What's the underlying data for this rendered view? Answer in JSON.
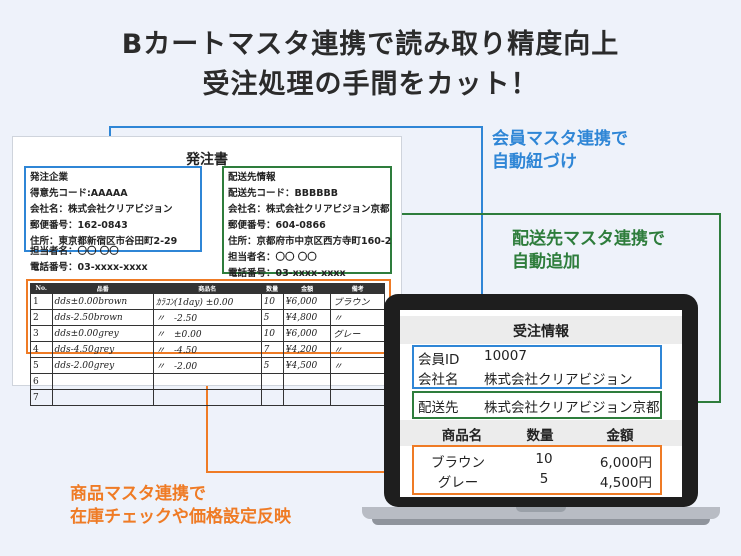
{
  "title": {
    "line1": "Bカートマスタ連携で読み取り精度向上",
    "line2": "受注処理の手間をカット！"
  },
  "order_form": {
    "title": "発注書",
    "company_box": {
      "heading": "発注企業",
      "lines": [
        "得意先コード:AAAAA",
        "会社名：株式会社クリアビジョン",
        "郵便番号：162-0843",
        "住所：東京都新宿区市谷田町2-29"
      ]
    },
    "below_company": [
      "担当者名：〇〇 〇〇",
      "電話番号：03-xxxx-xxxx"
    ],
    "delivery_box": {
      "heading": "配送先情報",
      "lines": [
        "配送先コード：BBBBBB",
        "会社名：株式会社クリアビジョン京都",
        "郵便番号：604-0866",
        "住所：京都府市中京区西方寺町160-2",
        "担当者名：〇〇 〇〇",
        "電話番号：03-xxxx-xxxx"
      ]
    },
    "table": {
      "headers": [
        "No.",
        "品番",
        "商品名",
        "数量",
        "金額",
        "備考"
      ],
      "rows": [
        [
          "1",
          "dds±0.00brown",
          "ｶﾗｺﾝ(1day) ±0.00",
          "10",
          "¥6,000",
          "ブラウン"
        ],
        [
          "2",
          "dds-2.50brown",
          "〃　-2.50",
          "5",
          "¥4,800",
          "〃"
        ],
        [
          "3",
          "dds±0.00grey",
          "〃　±0.00",
          "10",
          "¥6,000",
          "グレー"
        ],
        [
          "4",
          "dds-4.50grey",
          "〃　-4.50",
          "7",
          "¥4,200",
          "〃"
        ],
        [
          "5",
          "dds-2.00grey",
          "〃　-2.00",
          "5",
          "¥4,500",
          "〃"
        ],
        [
          "6",
          "",
          "",
          "",
          "",
          ""
        ],
        [
          "7",
          "",
          "",
          "",
          "",
          ""
        ]
      ]
    }
  },
  "callouts": {
    "member": [
      "会員マスタ連携で",
      "自動紐づけ"
    ],
    "delivery": [
      "配送先マスタ連携で",
      "自動追加"
    ],
    "product": [
      "商品マスタ連携で",
      "在庫チェックや価格設定反映"
    ]
  },
  "order_info": {
    "title": "受注情報",
    "member_id_label": "会員ID",
    "member_id": "10007",
    "company_label": "会社名",
    "company": "株式会社クリアビジョン",
    "delivery_label": "配送先",
    "delivery": "株式会社クリアビジョン京都",
    "headers": [
      "商品名",
      "数量",
      "金額"
    ],
    "items": [
      {
        "name": "ブラウン",
        "qty": "10",
        "amount": "6,000円"
      },
      {
        "name": "グレー",
        "qty": "5",
        "amount": "4,500円"
      }
    ]
  },
  "colors": {
    "blue": "#2f86d6",
    "green": "#2e7d3c",
    "orange": "#ef7b25"
  }
}
